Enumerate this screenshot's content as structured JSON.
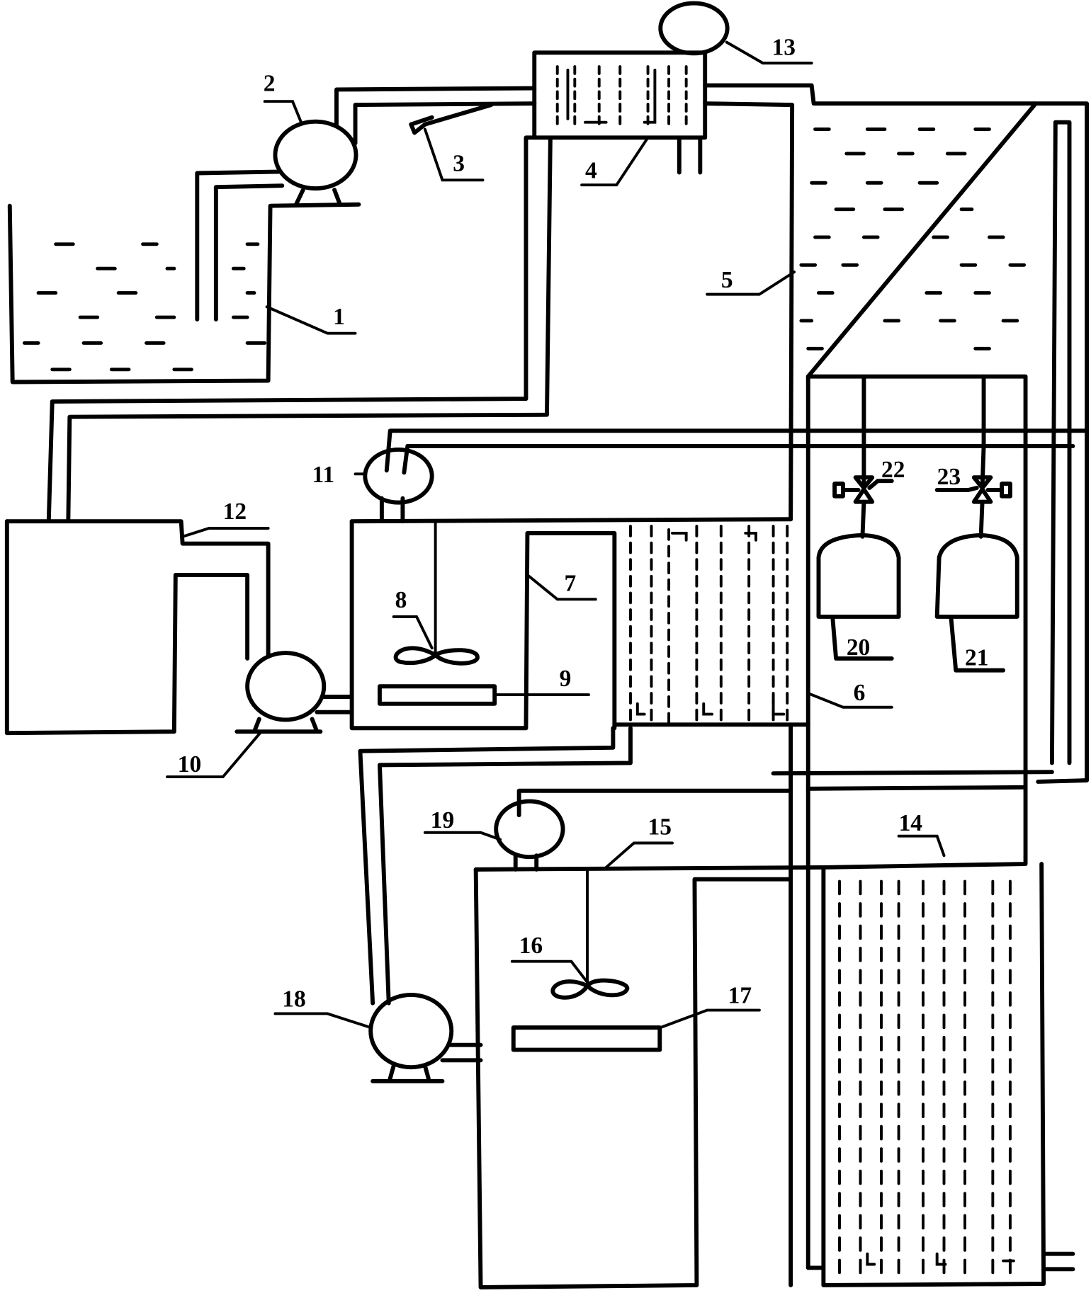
{
  "figure": {
    "type": "process flow schematic",
    "labels": {
      "l1": "1",
      "l2": "2",
      "l3": "3",
      "l4": "4",
      "l5": "5",
      "l6": "6",
      "l7": "7",
      "l8": "8",
      "l9": "9",
      "l10": "10",
      "l11": "11",
      "l12": "12",
      "l13": "13",
      "l14": "14",
      "l15": "15",
      "l16": "16",
      "l17": "17",
      "l18": "18",
      "l19": "19",
      "l20": "20",
      "l21": "21",
      "l22": "22",
      "l23": "23"
    }
  }
}
